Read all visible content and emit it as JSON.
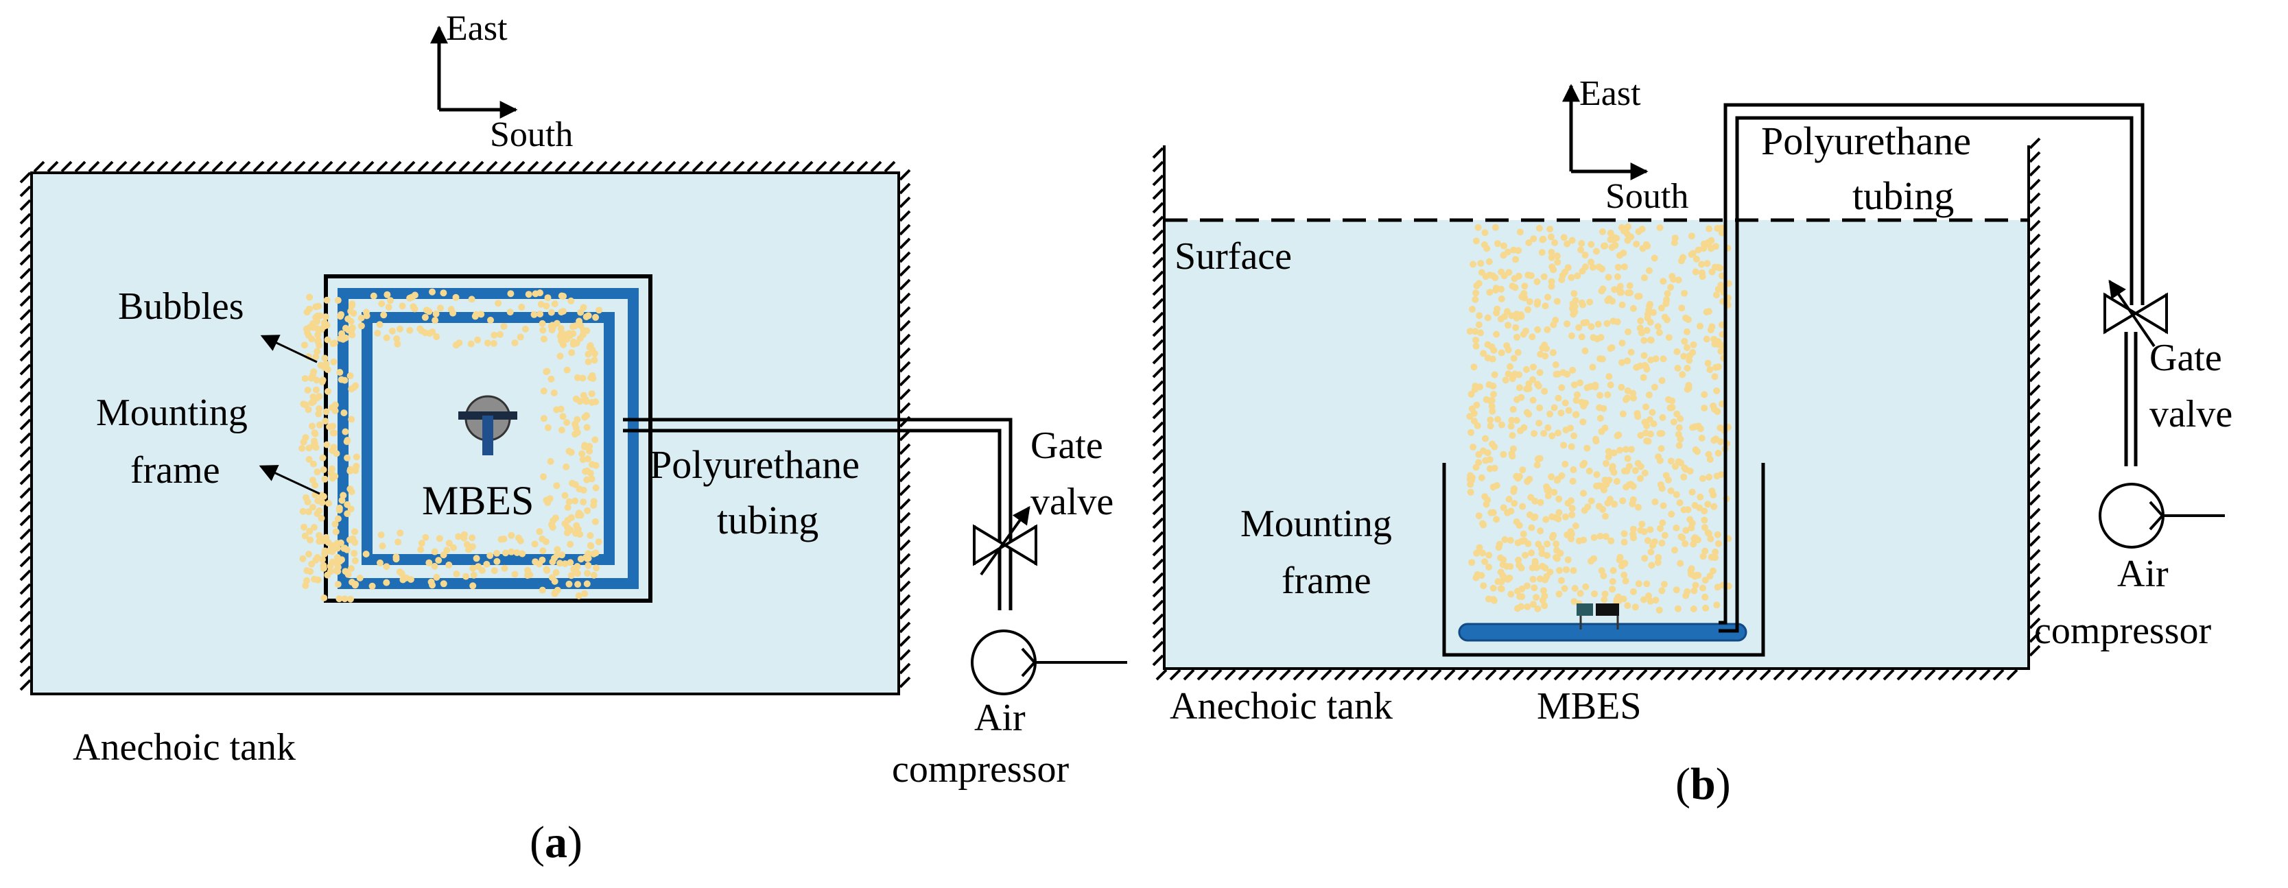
{
  "colors": {
    "water": "#daedf3",
    "frame": "#1f6db5",
    "bubble": "#f7d88f",
    "line": "#000000"
  },
  "panel_a": {
    "compass_up": "East",
    "compass_right": "South",
    "bubbles_label": "Bubbles",
    "frame_label_1": "Mounting",
    "frame_label_2": "frame",
    "mbes_label": "MBES",
    "tubing_label_1": "Polyurethane",
    "tubing_label_2": "tubing",
    "valve_label_1": "Gate",
    "valve_label_2": "valve",
    "compressor_label_1": "Air",
    "compressor_label_2": "compressor",
    "tank_label": "Anechoic tank",
    "caption_letter": "a"
  },
  "panel_b": {
    "compass_up": "East",
    "compass_right": "South",
    "surface_label": "Surface",
    "tubing_label_1": "Polyurethane",
    "tubing_label_2": "tubing",
    "valve_label_1": "Gate",
    "valve_label_2": "valve",
    "frame_label_1": "Mounting",
    "frame_label_2": "frame",
    "compressor_label_1": "Air",
    "compressor_label_2": "compressor",
    "tank_label": "Anechoic tank",
    "mbes_label": "MBES",
    "caption_letter": "b"
  }
}
